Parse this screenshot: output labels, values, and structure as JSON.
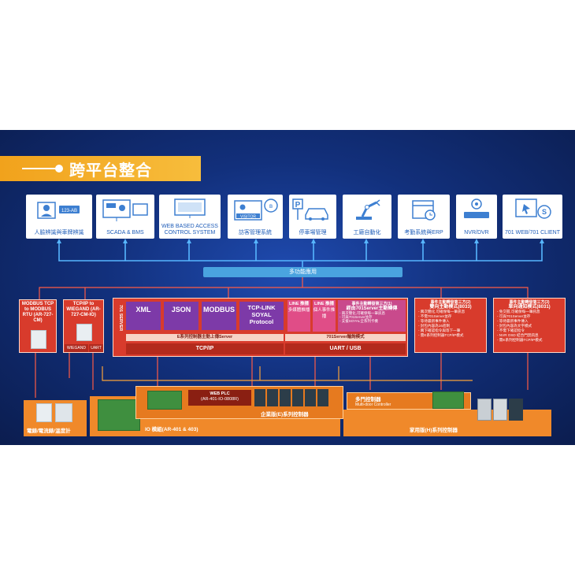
{
  "header": {
    "title": "跨平台整合"
  },
  "top_cards": [
    {
      "label": "人臉辨識與車牌辨識",
      "icon": "face-plate-icon",
      "badge": "123-AB"
    },
    {
      "label": "SCADA & BMS",
      "icon": "monitor-icon"
    },
    {
      "label": "WEB BASED ACCESS CONTROL SYSTEM",
      "icon": "web-monitor-icon"
    },
    {
      "label": "訪客管理系統",
      "icon": "visitor-icon",
      "badge": "VISITOR"
    },
    {
      "label": "停車場管理",
      "icon": "parking-icon",
      "badge": "P"
    },
    {
      "label": "工廠自動化",
      "icon": "robot-arm-icon"
    },
    {
      "label": "考勤系統與ERP",
      "icon": "calendar-icon"
    },
    {
      "label": "NVR/DVR",
      "icon": "nvr-icon"
    },
    {
      "label": "701 WEB/701 CLIENT",
      "icon": "client-icon"
    }
  ],
  "middle": {
    "multi_function": "多功能應用",
    "modbus_box": "MODBUS TCP to MODBUS RTU (AR-727-CM)",
    "tcpip_box": "TCP/IP to WIEGAND (AR-727-CM-IO)",
    "wiegand": "WIEGAND",
    "uart": "UART",
    "server_label": "701 SERVER",
    "protocols": [
      "XML",
      "JSON",
      "MODBUS",
      "TCP-LINK SOYAL Protocol"
    ],
    "line_1": "LINE 推播",
    "line_1_sub": "多媒體推播",
    "line_2": "LINE 推播",
    "line_2_sub": "個人事件推播",
    "event_center_title": "事件主動轉發第三方(1)",
    "event_center_sub": "經由701Server主動轉傳",
    "event_center_items": [
      "- 兩次簡化,可確保每一筆訊息",
      "- 可與701Server並存",
      "- 支援SOYAL全系列卡機"
    ],
    "e_series_push": "E系列控制器主動上傳Server",
    "polling_mode": "701Server輪詢模式",
    "tcpip_bus": "TCP/IP",
    "uart_bus": "UART / USB",
    "event_2_title": "事件主動轉發第三方(2)",
    "event_2_sub": "雙向主動模式(8033)",
    "event_2_items": [
      "- 兩次簡化,可確保每一筆訊息",
      "- 不需701Server並存",
      "- 等待最新事件傳入",
      "- 封包內容為16進制",
      "- 兩下確認指令與等下一筆",
      "- 需E系列控制器TCP/IP模式"
    ],
    "event_3_title": "事件主動轉發第三方(3)",
    "event_3_sub": "單向通知模式(8031)",
    "event_3_items": [
      "- 免交握,可確保每一筆訊息",
      "- 可與701Server並存",
      "- 等待最新事件傳入",
      "- 封包內容為文字模式",
      "- 不需下確認指令",
      "- NVR OSD 結合門禁訊息",
      "- 需E系列控制器TCP/IP模式"
    ]
  },
  "bottom": {
    "meter_label": "電錶/電流錶/溫度計",
    "io_label": "IO 模組(AR-401 & 403)",
    "web_plc": "WEB PLC",
    "web_plc_model": "(AR-401-IO-0808R)",
    "enterprise_label": "企業版(E)系列控制器",
    "multi_door": "多門控制器",
    "multi_door_en": "Multi-door Controller",
    "home_label": "家用版(H)系列控制器"
  }
}
